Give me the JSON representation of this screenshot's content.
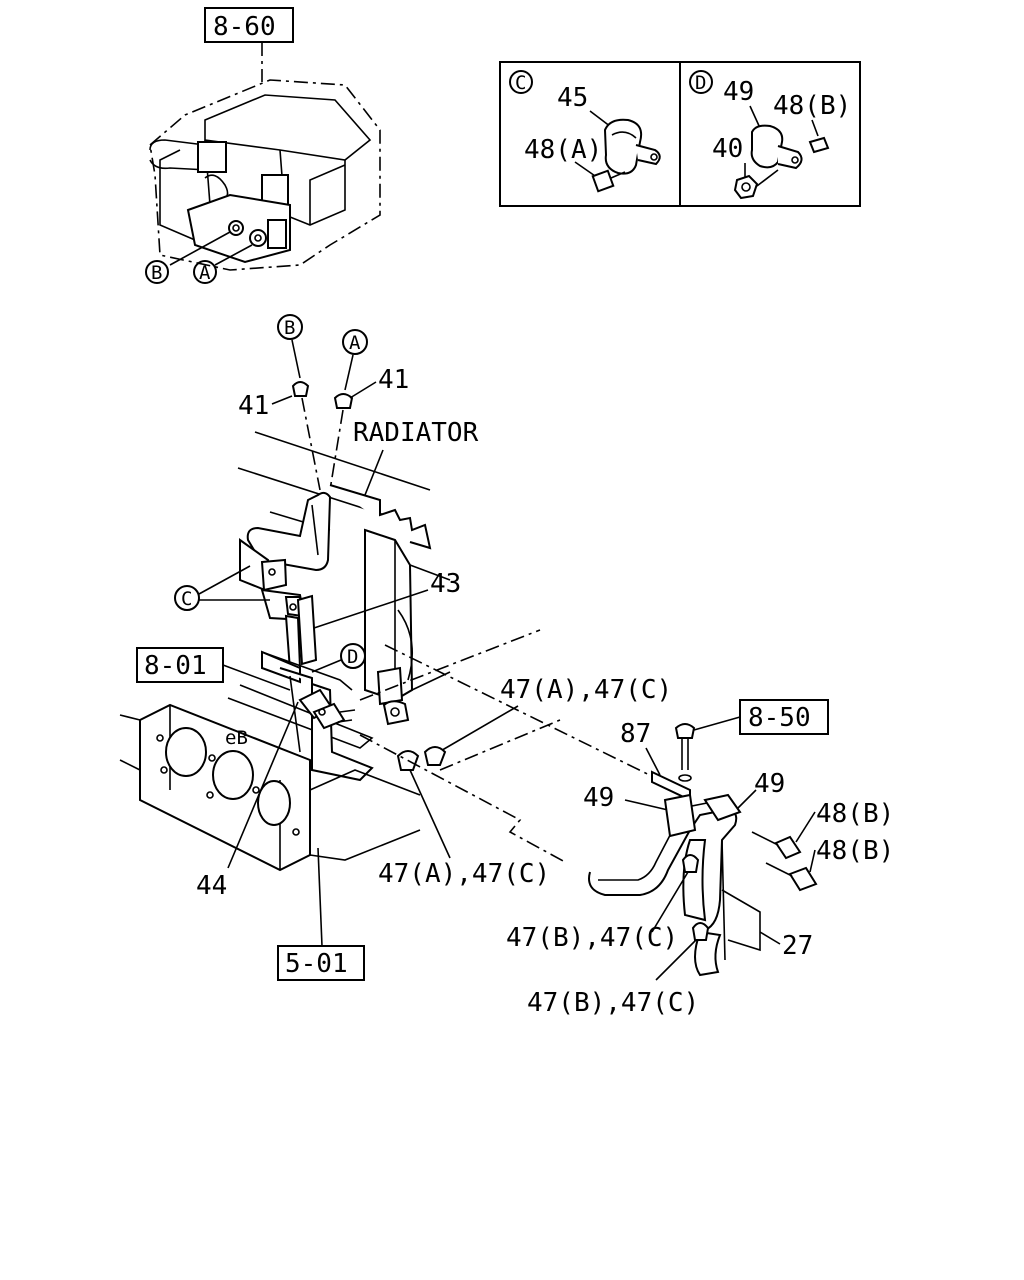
{
  "references": {
    "r860": "8-60",
    "r801": "8-01",
    "r850": "8-50",
    "r501": "5-01"
  },
  "circles": {
    "A": "A",
    "B": "B",
    "C": "C",
    "D": "D"
  },
  "detail_c": {
    "part_45": "45",
    "part_48a": "48(A)"
  },
  "detail_d": {
    "part_49": "49",
    "part_48b": "48(B)",
    "part_40": "40"
  },
  "labels": {
    "part_41": "41",
    "radiator": "RADIATOR",
    "part_43": "43",
    "part_44": "44",
    "part_87": "87",
    "part_49": "49",
    "part_48b": "48(B)",
    "part_27": "27",
    "part_47ac": "47(A),47(C)",
    "part_47bc": "47(B),47(C)",
    "embossed": "eB"
  }
}
